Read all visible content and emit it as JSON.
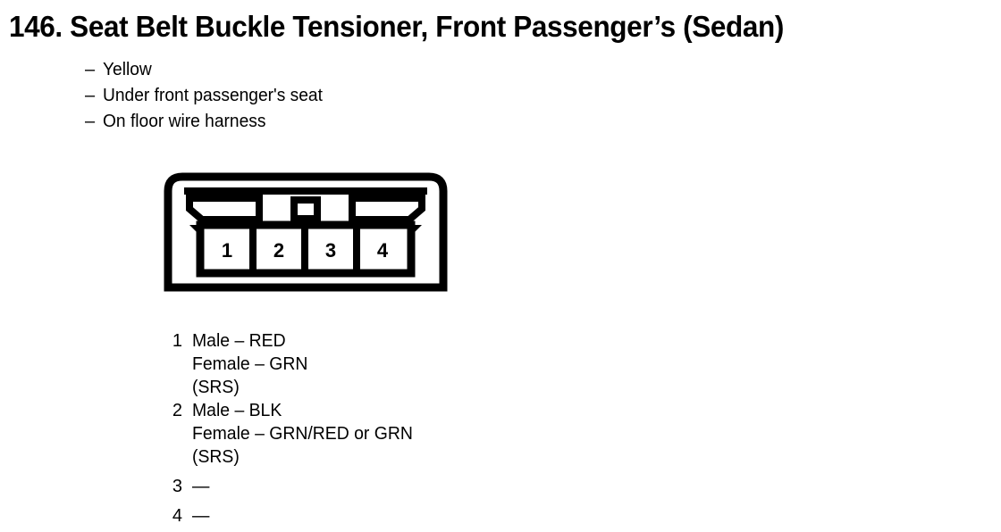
{
  "page": {
    "number": "146.",
    "title": "146. Seat Belt Buckle Tensioner, Front Passenger’s (Sedan)"
  },
  "bullets": [
    {
      "dash": "–",
      "text": "Yellow"
    },
    {
      "dash": "–",
      "text": "Under front passenger's seat"
    },
    {
      "dash": "–",
      "text": "On floor wire harness"
    }
  ],
  "connector": {
    "cavity_labels": [
      "1",
      "2",
      "3",
      "4"
    ],
    "pin_count": 4,
    "stroke_color": "#000000",
    "fill_color": "#ffffff"
  },
  "legend": [
    {
      "pin": "1",
      "lines": [
        "Male – RED",
        "Female – GRN",
        "(SRS)"
      ]
    },
    {
      "pin": "2",
      "lines": [
        "Male – BLK",
        "Female – GRN/RED or GRN",
        "(SRS)"
      ]
    },
    {
      "pin": "3",
      "lines": [
        "—"
      ]
    },
    {
      "pin": "4",
      "lines": [
        "—"
      ]
    }
  ]
}
